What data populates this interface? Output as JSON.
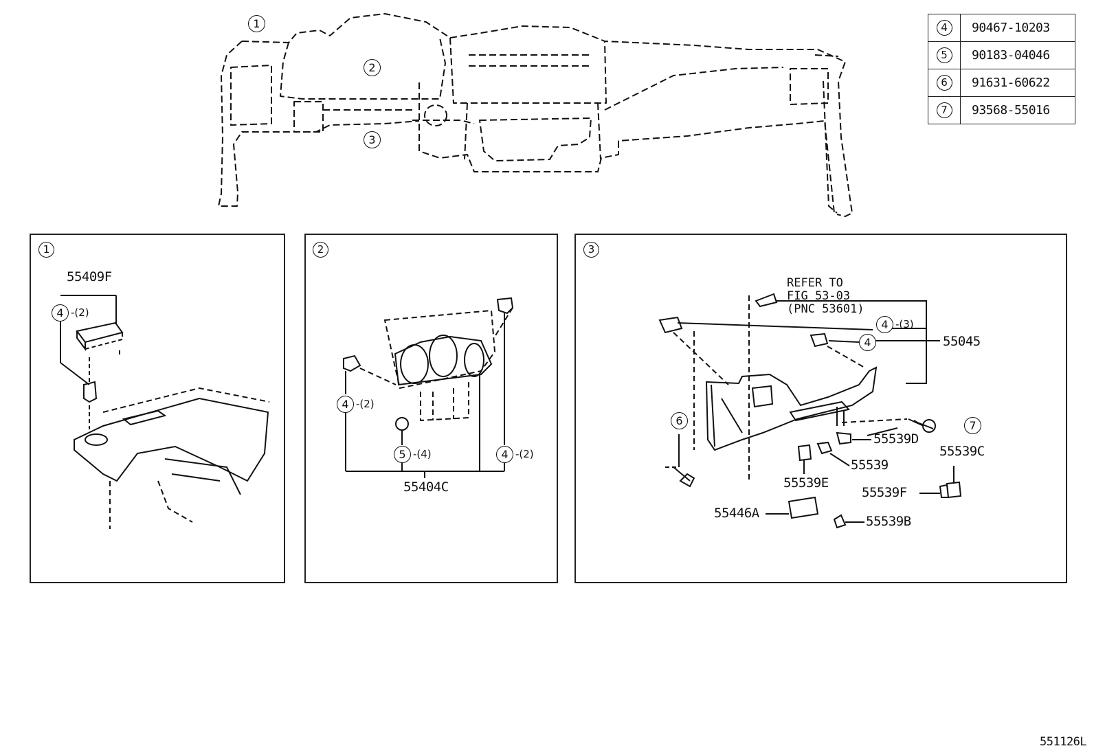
{
  "overview": {
    "callouts": [
      "1",
      "2",
      "3"
    ]
  },
  "parts_table": [
    {
      "ref": "4",
      "part_no": "90467-10203"
    },
    {
      "ref": "5",
      "part_no": "90183-04046"
    },
    {
      "ref": "6",
      "part_no": "91631-60622"
    },
    {
      "ref": "7",
      "part_no": "93568-55016"
    }
  ],
  "panel1": {
    "title_ref": "1",
    "part_label": "55409F",
    "clip_ref": "4",
    "clip_qty": "-(2)"
  },
  "panel2": {
    "title_ref": "2",
    "part_label": "55404C",
    "left_clip_ref": "4",
    "left_clip_qty": "-(2)",
    "screw_ref": "5",
    "screw_qty": "-(4)",
    "right_clip_ref": "4",
    "right_clip_qty": "-(2)"
  },
  "panel3": {
    "title_ref": "3",
    "refer_note": [
      "REFER TO",
      "FIG 53-03",
      "(PNC 53601)"
    ],
    "clip_ref_a": "4",
    "clip_qty_a": "-(3)",
    "clip_ref_b": "4",
    "main_part": "55045",
    "bolt_ref": "6",
    "screw_ref": "7",
    "labels": {
      "p55539D": "55539D",
      "p55539C": "55539C",
      "p55539": "55539",
      "p55539E": "55539E",
      "p55539F": "55539F",
      "p55446A": "55446A",
      "p55539B": "55539B"
    }
  },
  "diagram_code": "551126L"
}
